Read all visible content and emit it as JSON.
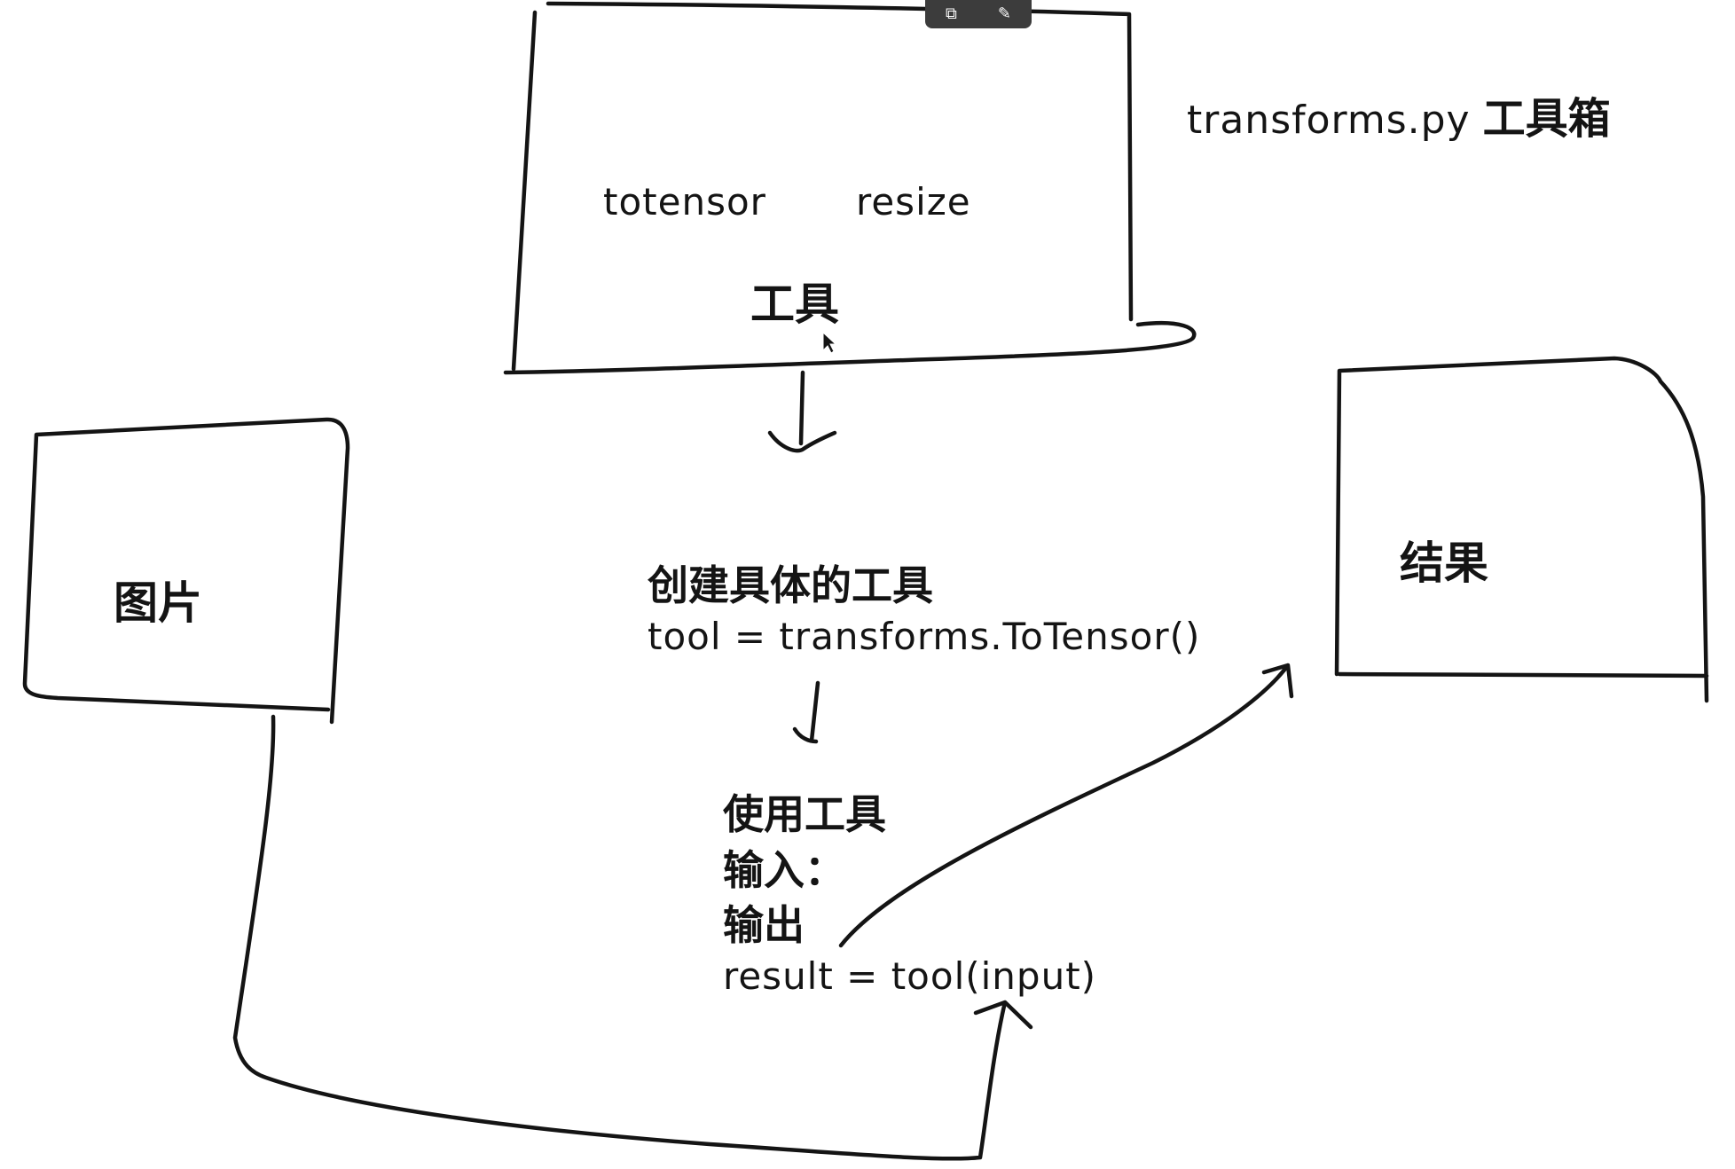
{
  "toolbox": {
    "title_code": "transforms.py",
    "title_cn": "工具箱",
    "items": [
      "totensor",
      "resize"
    ],
    "label": "工具"
  },
  "image_box": {
    "label": "图片"
  },
  "result_box": {
    "label": "结果"
  },
  "steps": {
    "create_title": "创建具体的工具",
    "create_code": "tool = transforms.ToTensor()",
    "use_title": "使用工具",
    "use_input": "输入：",
    "use_output": "输出",
    "use_code": "result = tool(input)"
  },
  "overlay": {
    "icons": [
      "window-icon",
      "edit-sparkle-icon"
    ]
  },
  "colors": {
    "ink": "#141414",
    "background": "#ffffff",
    "overlay": "#3c3c3c"
  }
}
